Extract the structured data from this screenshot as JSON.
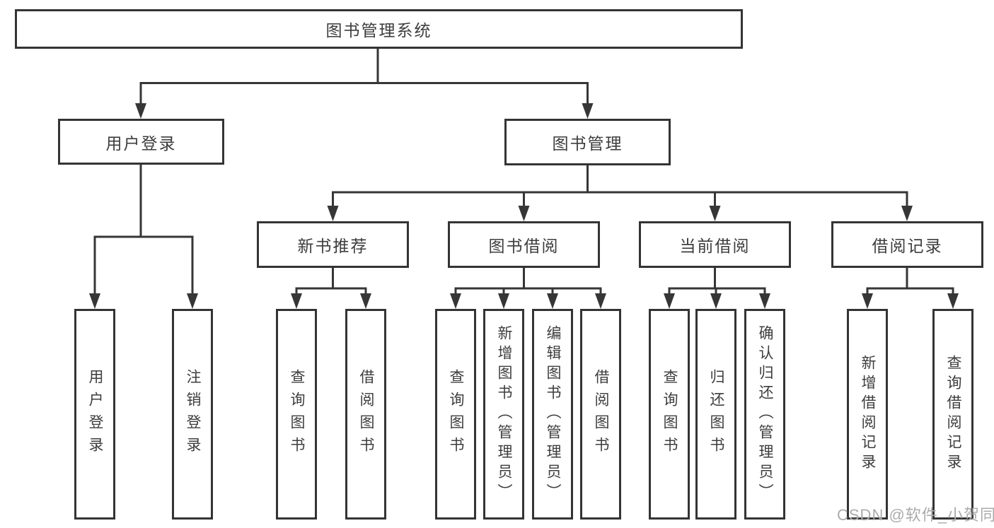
{
  "tree": {
    "label": "图书管理系统",
    "children": [
      {
        "label": "用户登录",
        "children": [
          {
            "label": "用户登录"
          },
          {
            "label": "注销登录"
          }
        ]
      },
      {
        "label": "图书管理",
        "children": [
          {
            "label": "新书推荐",
            "children": [
              {
                "label": "查询图书"
              },
              {
                "label": "借阅图书"
              }
            ]
          },
          {
            "label": "图书借阅",
            "children": [
              {
                "label": "查询图书"
              },
              {
                "label": "新增图书（管理员）"
              },
              {
                "label": "编辑图书（管理员）"
              },
              {
                "label": "借阅图书"
              }
            ]
          },
          {
            "label": "当前借阅",
            "children": [
              {
                "label": "查询图书"
              },
              {
                "label": "归还图书"
              },
              {
                "label": "确认归还（管理员）"
              }
            ]
          },
          {
            "label": "借阅记录",
            "children": [
              {
                "label": "新增借阅记录"
              },
              {
                "label": "查询借阅记录"
              }
            ]
          }
        ]
      }
    ]
  },
  "watermark": "CSDN @软件_小贺同学",
  "colors": {
    "line": "#363636",
    "border": "#343434",
    "text": "#3d3d3d",
    "watermark": "#ababab",
    "background": "#ffffff"
  }
}
